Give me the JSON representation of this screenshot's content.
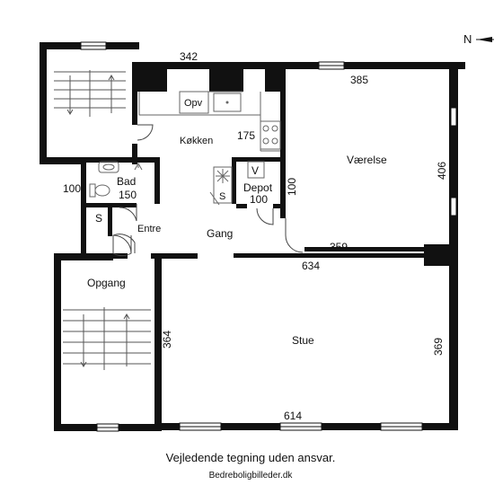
{
  "compass": {
    "label": "N"
  },
  "rooms": {
    "kitchen": "Køkken",
    "opv": "Opv",
    "bedroom": "Værelse",
    "bath": "Bad",
    "bath_area": "150",
    "depot": "Depot",
    "depot_area": "100",
    "depot_v": "V",
    "depot_s": "S",
    "closet_s": "S",
    "entre": "Entre",
    "hall": "Gang",
    "stairs": "Opgang",
    "living": "Stue"
  },
  "dimensions": {
    "kitchen_top": "342",
    "kitchen_side": "175",
    "bedroom_top": "385",
    "bedroom_side": "406",
    "bedroom_bottom": "359",
    "depot_side": "100",
    "bath_side": "100",
    "living_top": "634",
    "living_left": "364",
    "living_right": "369",
    "living_bottom": "614"
  },
  "caption": {
    "disclaimer": "Vejledende tegning uden ansvar.",
    "credit": "Bedreboligbilleder.dk"
  },
  "colors": {
    "wall": "#111111",
    "fixture": "#666666",
    "background": "#ffffff"
  }
}
